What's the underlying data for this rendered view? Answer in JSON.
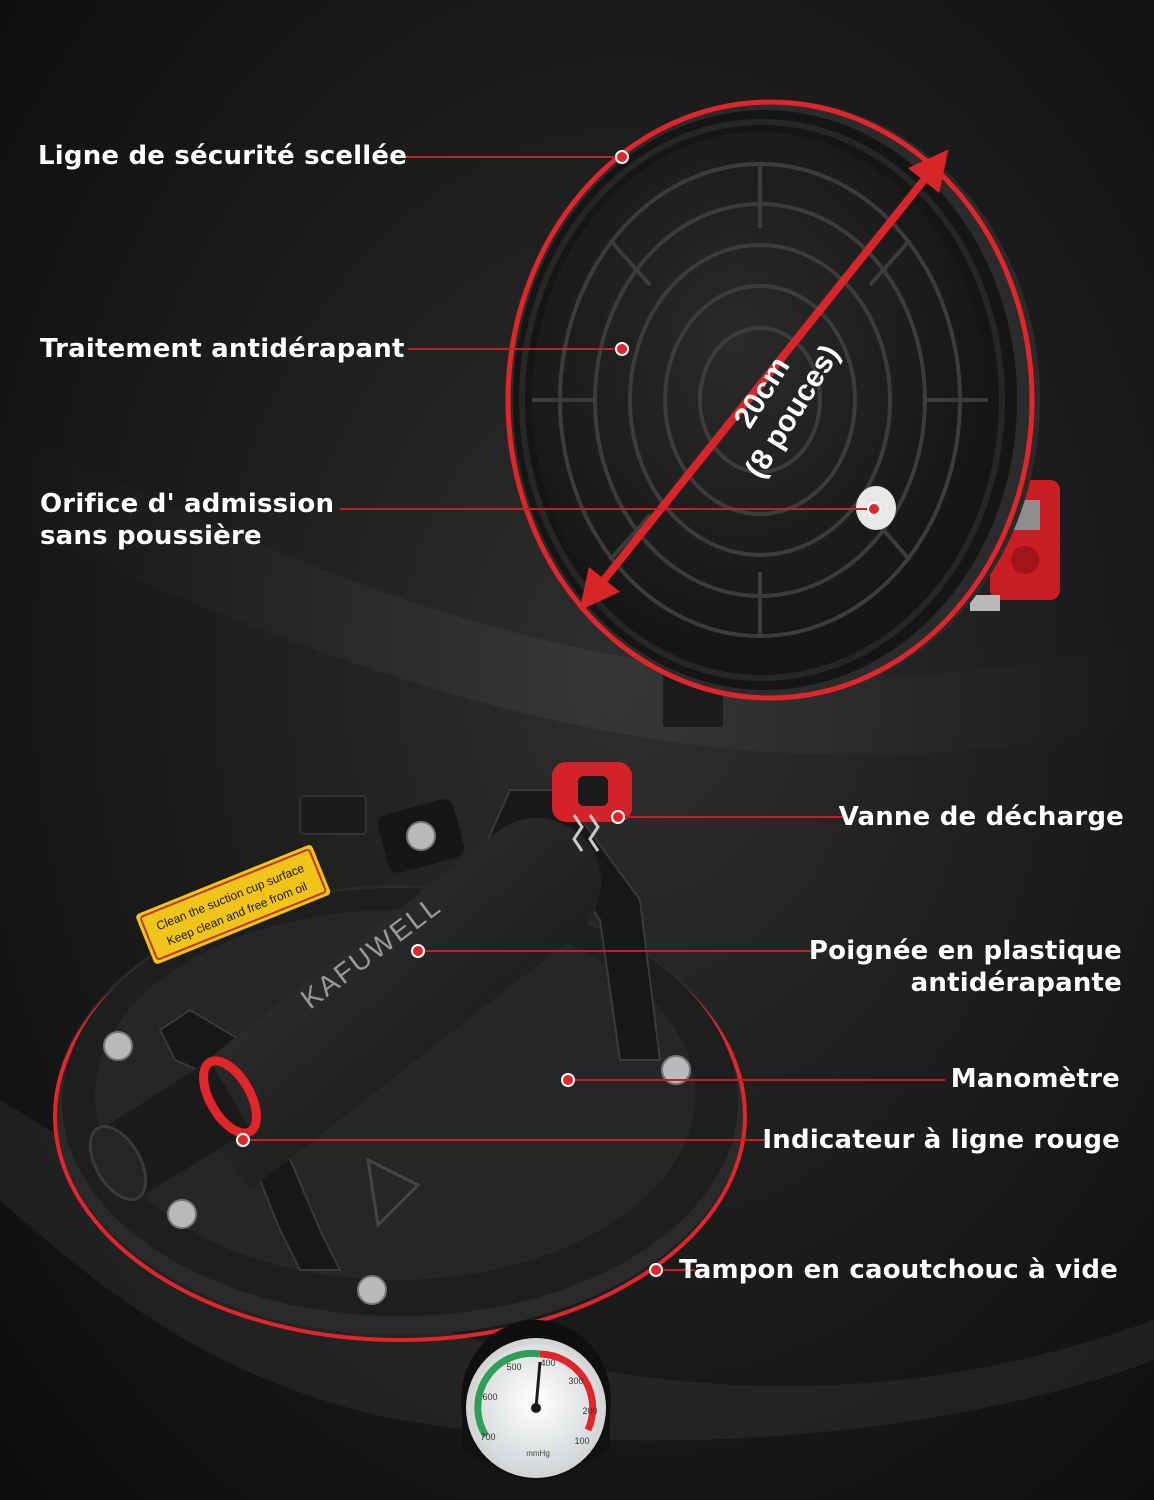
{
  "callouts_top": {
    "sealed_line": "Ligne de sécurité scellée",
    "anti_slip": "Traitement antidérapant",
    "intake_line1": "Orifice d' admission",
    "intake_line2": "sans poussière"
  },
  "dimension": {
    "line1": "20cm",
    "line2": "(8 pouces)"
  },
  "callouts_bottom": {
    "valve": "Vanne de décharge",
    "handle_line1": "Poignée en plastique",
    "handle_line2": "antidérapante",
    "gauge": "Manomètre",
    "indicator": "Indicateur à ligne rouge",
    "pad": "Tampon en caoutchouc à vide"
  },
  "product": {
    "brand": "KAFUWELL",
    "sticker_line1": "Clean the suction cup surface",
    "sticker_line2": "Keep clean and free from oil",
    "gauge_unit": "mmHg",
    "gauge_ticks": [
      "700",
      "600",
      "500",
      "400",
      "300",
      "200",
      "100"
    ]
  },
  "colors": {
    "accent_red": "#e0262b",
    "background": "#161616",
    "rubber": "#222222",
    "gauge_green": "#2f9e58"
  }
}
